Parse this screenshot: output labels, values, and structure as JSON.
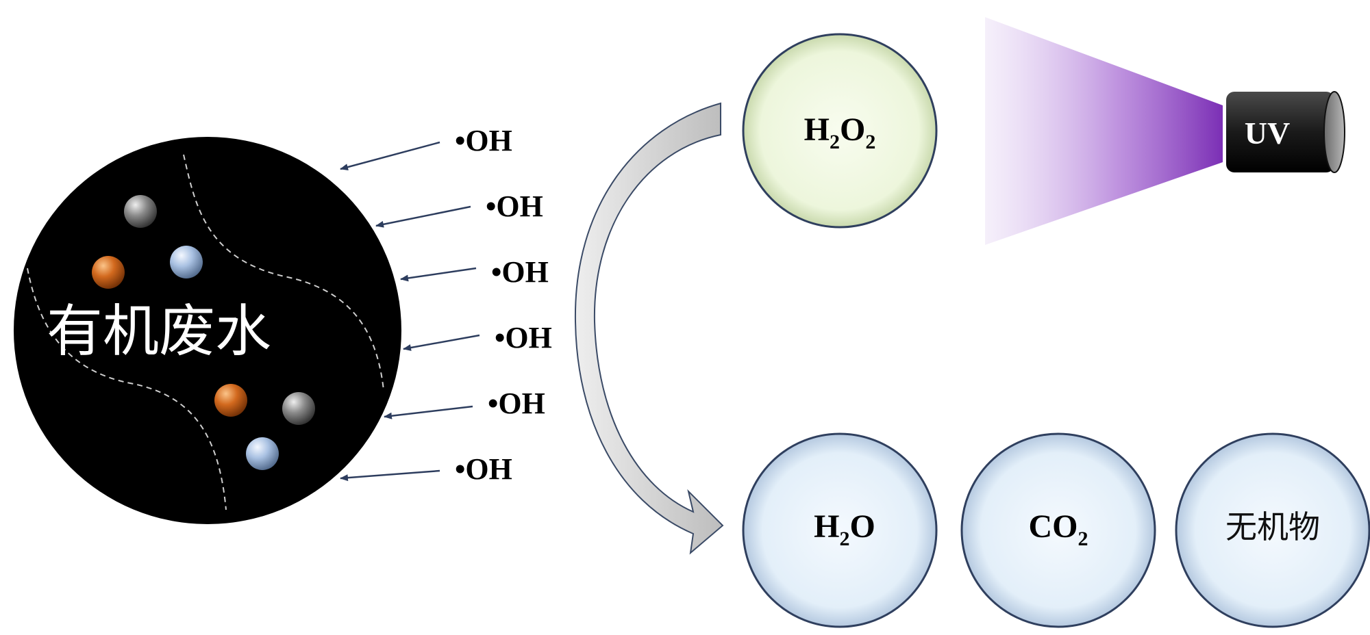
{
  "wastewater": {
    "label": "有机废水"
  },
  "radicals": {
    "label": "•OH",
    "count": 6
  },
  "oxidant": {
    "main": "H",
    "sub1": "2",
    "mid": "O",
    "sub2": "2"
  },
  "uv_lamp": {
    "label": "UV",
    "beam_color": "#9b4fcc"
  },
  "products": [
    {
      "main": "H",
      "sub": "2",
      "tail": "O"
    },
    {
      "main": "CO",
      "sub": "2",
      "tail": ""
    },
    {
      "main": "无机物",
      "sub": "",
      "tail": ""
    }
  ],
  "colors": {
    "oxidant_fill": "#edf6dc",
    "product_fill": "#e3eff9",
    "particle_orange": "#d2691e",
    "particle_gray": "#8a8a8a",
    "particle_blue": "#a9c1e2",
    "arrow": "#2d3d5e"
  }
}
